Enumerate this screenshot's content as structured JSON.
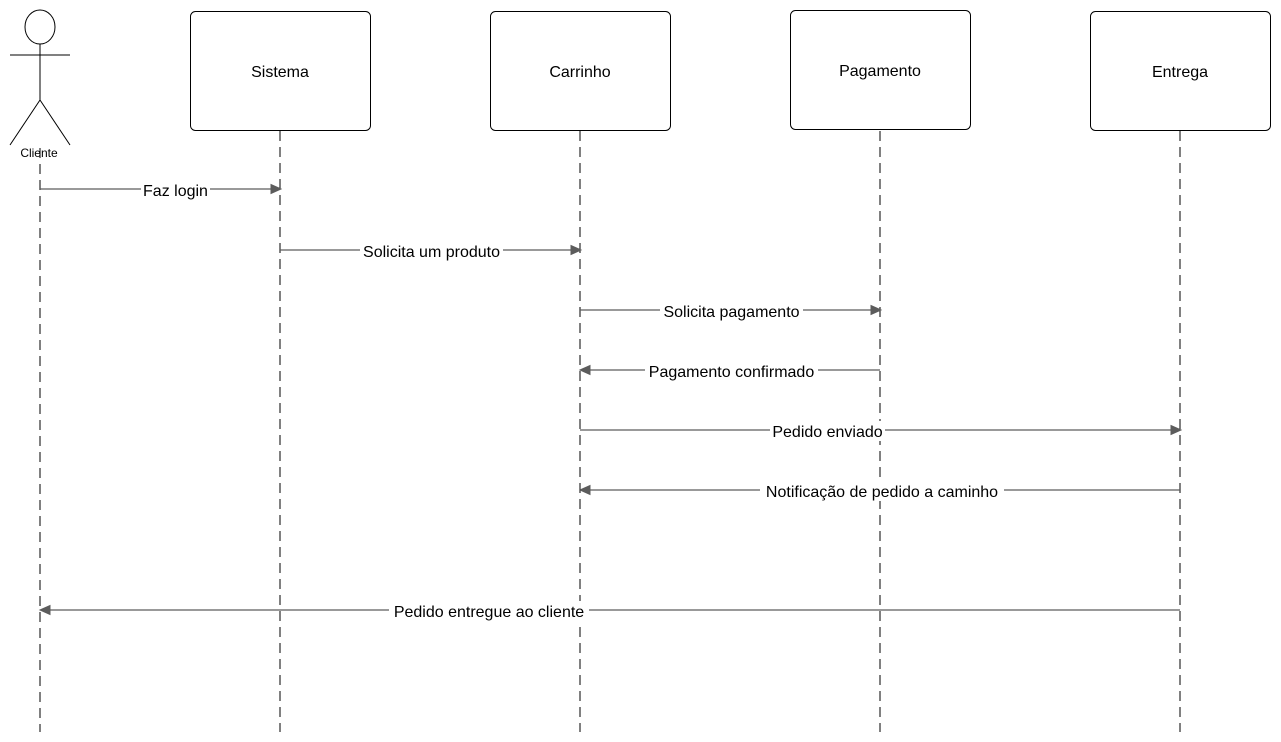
{
  "diagram": {
    "type": "uml-sequence",
    "actor": {
      "id": "cliente",
      "label": "Cliente"
    },
    "participants": [
      {
        "id": "sistema",
        "label": "Sistema"
      },
      {
        "id": "carrinho",
        "label": "Carrinho"
      },
      {
        "id": "pagamento",
        "label": "Pagamento"
      },
      {
        "id": "entrega",
        "label": "Entrega"
      }
    ],
    "messages": [
      {
        "from": "cliente",
        "to": "sistema",
        "label": "Faz login"
      },
      {
        "from": "sistema",
        "to": "carrinho",
        "label": "Solicita um produto"
      },
      {
        "from": "carrinho",
        "to": "pagamento",
        "label": "Solicita pagamento"
      },
      {
        "from": "pagamento",
        "to": "carrinho",
        "label": "Pagamento confirmado"
      },
      {
        "from": "carrinho",
        "to": "entrega",
        "label": "Pedido enviado"
      },
      {
        "from": "entrega",
        "to": "carrinho",
        "label": "Notificação de pedido a caminho"
      },
      {
        "from": "entrega",
        "to": "cliente",
        "label": "Pedido entregue ao cliente"
      }
    ],
    "colors": {
      "message_line": "#5c5c5c",
      "box_border": "#000000",
      "background": "#ffffff"
    }
  }
}
